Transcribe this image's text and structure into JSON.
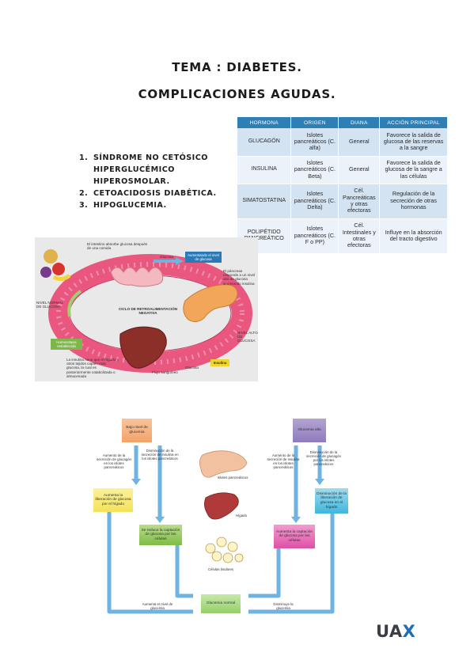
{
  "title_line1": "TEMA : DIABETES.",
  "title_line2": "COMPLICACIONES AGUDAS.",
  "list": [
    {
      "num": "1.",
      "text": "SÍNDROME NO CETÓSICO HIPERGLUCÉMICO HIPEROSMOLAR."
    },
    {
      "num": "2.",
      "text": "CETOACIDOSIS DIABÉTICA."
    },
    {
      "num": "3.",
      "text": "HIPOGLUCEMIA."
    }
  ],
  "hormone_table": {
    "headers": [
      "HORMONA",
      "ORIGEN",
      "DIANA",
      "ACCIÓN PRINCIPAL"
    ],
    "rows": [
      [
        "GLUCAGÓN",
        "Islotes pancreáticos (C. alfa)",
        "General",
        "Favorece la salida de glucosa de las reservas a la sangre"
      ],
      [
        "INSULINA",
        "Islotes pancreáticos (C. Beta)",
        "General",
        "Favorece la salida de glucosa de la sangre a las células"
      ],
      [
        "SIMATOSTATINA",
        "Islotes pancreáticos (C. Delta)",
        "Cél. Pancreáticas y otras efectoras",
        "Regulación de la secreción de otras hormonas"
      ],
      [
        "POLIPÉTIDO PANCREÁTICO",
        "Islotes pancreáticos (C. F o PP)",
        "Cél. Intestinales y otras efectoras",
        "Influye en la absorción del tracto digestivo"
      ]
    ]
  },
  "loop_diagram": {
    "intestine_note": "El intestino absorbe glucosa después de una comida",
    "glucose_top": "Glucosa",
    "increase_tag": "Aumentando el nivel de glucosa",
    "pancreas_note": "El páncreas responde a un nivel alto de glucosa secretando insulina",
    "center_label": "CICLO DE RETROALIMENTACIÓN NEGATIVA",
    "normal_level": "NIVEL NORMAL DE GLUCOSA",
    "high_level": "NIVEL ALTO DE GLUCOSA",
    "homeostasis_tag": "Homeostasis restablecida",
    "liver_note": "La insulina hace que el hígado y otros tejidos capten más glucosa, la cual es posteriormente catabolizada o almacenada",
    "blood_flow": "Flujo sanguíneo",
    "glucose_bottom": "Glucosa",
    "insulin_tag": "Insulina"
  },
  "flowchart": {
    "low_glucose": "Bajo nivel de glucemia",
    "high_glucose": "Glucemia alta",
    "left_note1": "Aumento de la secreción de glucagón en los islotes pancreáticos",
    "left_note2": "Disminución de la secreción de insulina en los islotes pancreáticos",
    "right_note1": "Aumento de la secreción de insulina en los islotes pancreáticos",
    "right_note2": "Disminución de la secreción de glucagón por los islotes pancreáticos",
    "liver_release_up": "Aumenta la liberación de glucosa por el hígado",
    "uptake_down": "Se reduce la captación de glucosa por las células",
    "uptake_up": "Aumenta la captación de glucosa por las células",
    "liver_release_down": "Disminución de la liberación de glucosa en el hígado",
    "organ_pancreas": "Islotes pancreáticos",
    "organ_liver": "Hígado",
    "organ_cells": "Células tisulares",
    "normal": "Glucemia normal",
    "bottom_left": "Aumenta el nivel de glucemia",
    "bottom_right": "Disminuye la glucemia"
  },
  "logo": {
    "main": "UA",
    "accent": "X"
  },
  "colors": {
    "table_header": "#2f7fb7",
    "arrow_blue": "#6fb3e2",
    "logo_blue": "#1f6db4"
  }
}
